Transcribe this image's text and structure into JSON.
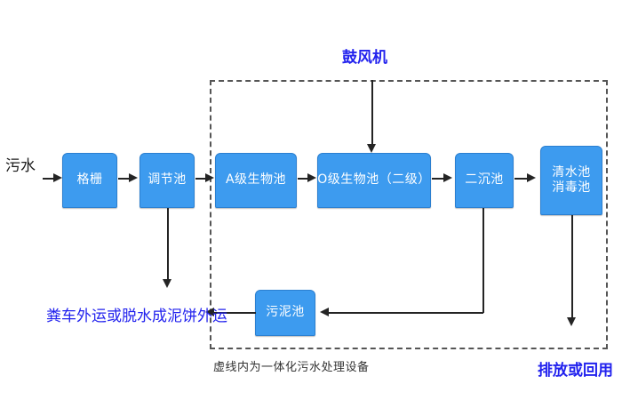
{
  "diagram": {
    "title_caption": "虚线内为一体化污水处理设备",
    "inlet_label": "污水",
    "blower_label": "鼓风机",
    "sludge_outlet_label": "粪车外运或脱水成泥饼外运",
    "discharge_label": "排放或回用",
    "colors": {
      "node_fill": "#3d9bef",
      "node_border": "#2b7fd0",
      "node_text": "#ffffff",
      "connector": "#242424",
      "accent_text": "#2222ee",
      "dashed_border": "#555555",
      "background": "#ffffff"
    },
    "nodes": [
      {
        "id": "grille",
        "label": "格栅",
        "line2": ""
      },
      {
        "id": "regulating",
        "label": "调节池",
        "line2": ""
      },
      {
        "id": "a-stage",
        "label": "A级生物池",
        "line2": ""
      },
      {
        "id": "o-stage",
        "label": "O级生物池（二级）",
        "line2": ""
      },
      {
        "id": "secondary",
        "label": "二沉池",
        "line2": ""
      },
      {
        "id": "clearwater",
        "label": "清水池",
        "line2": "消毒池"
      },
      {
        "id": "sludge",
        "label": "污泥池",
        "line2": ""
      }
    ],
    "flow_sequence": [
      "污水",
      "格栅",
      "调节池",
      "A级生物池",
      "O级生物池（二级）",
      "二沉池",
      "清水池消毒池",
      "排放或回用"
    ],
    "side_flows": [
      {
        "from": "调节池",
        "to": "粪车外运或脱水成泥饼外运"
      },
      {
        "from": "二沉池",
        "to": "污泥池"
      },
      {
        "from": "污泥池",
        "to": "粪车外运或脱水成泥饼外运"
      },
      {
        "from": "鼓风机",
        "to": "O级生物池（二级）"
      },
      {
        "from": "清水池消毒池",
        "to": "排放或回用"
      }
    ]
  }
}
